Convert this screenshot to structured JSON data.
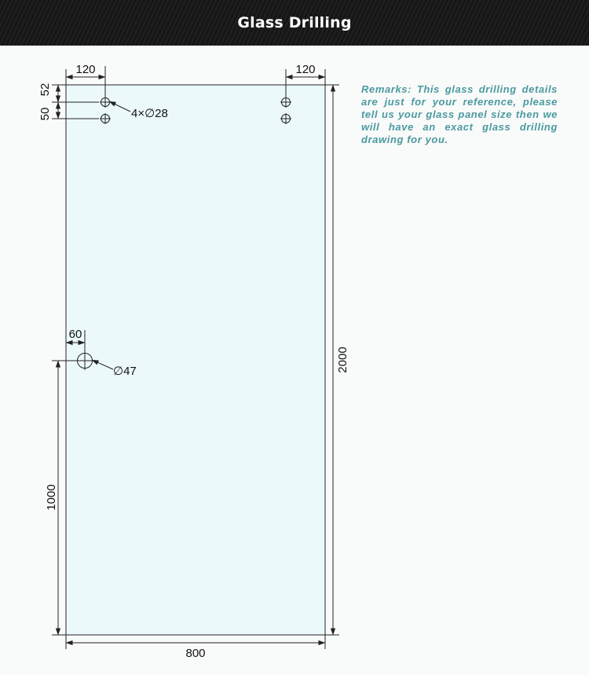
{
  "header": {
    "title": "Glass Drilling"
  },
  "remarks": "Remarks: This glass drilling details are just for your reference, please tell us your glass panel size then we will have an exact glass drilling drawing for you.",
  "colors": {
    "glass_fill": "#ecf9fb",
    "remarks_text": "#4a9aa0",
    "header_bg": "#1a1a1a",
    "line": "#222222"
  },
  "drawing": {
    "top_left_offset": "120",
    "top_right_offset": "120",
    "top_edge_to_hole": "52",
    "hole_spacing": "50",
    "small_holes_label": "4×∅28",
    "handle_offset": "60",
    "handle_hole_label": "∅47",
    "handle_height": "1000",
    "panel_height": "2000",
    "panel_width": "800"
  }
}
